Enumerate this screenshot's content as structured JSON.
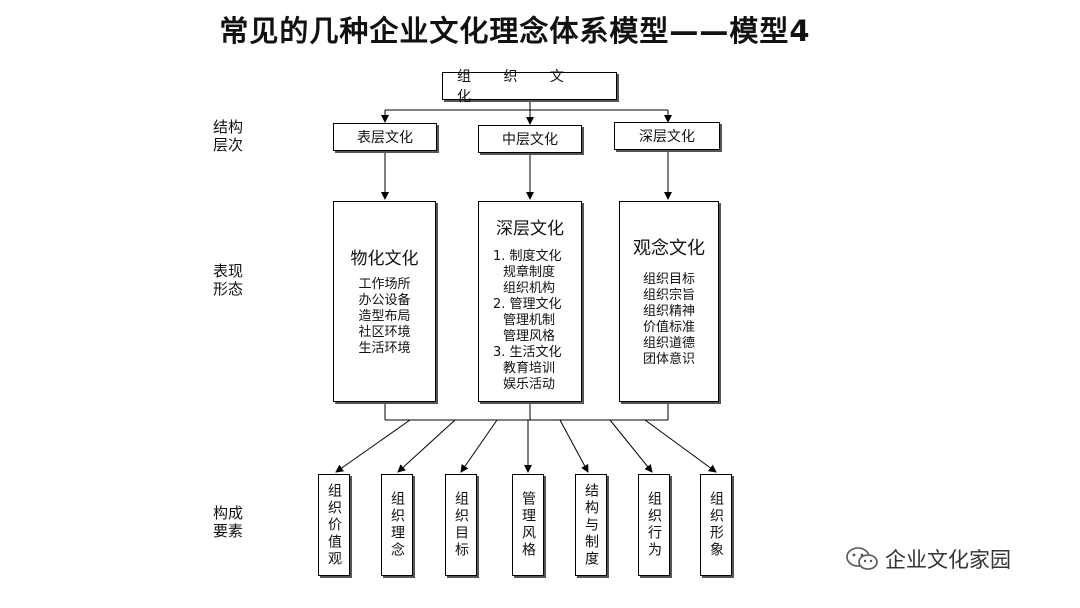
{
  "title": "常见的几种企业文化理念体系模型——模型4",
  "root": "组 织 文 化",
  "labels": {
    "structure": "结构层次",
    "form": "表现形态",
    "elements": "构成要素"
  },
  "layers": [
    "表层文化",
    "中层文化",
    "深层文化"
  ],
  "material": {
    "title": "物化文化",
    "items": [
      "工作场所",
      "办公设备",
      "造型布局",
      "社区环境",
      "生活环境"
    ]
  },
  "deep": {
    "title": "深层文化",
    "groups": [
      {
        "name": "1. 制度文化",
        "items": [
          "规章制度",
          "组织机构"
        ]
      },
      {
        "name": "2. 管理文化",
        "items": [
          "管理机制",
          "管理风格"
        ]
      },
      {
        "name": "3. 生活文化",
        "items": [
          "教育培训",
          "娱乐活动"
        ]
      }
    ]
  },
  "concept": {
    "title": "观念文化",
    "items": [
      "组织目标",
      "组织宗旨",
      "组织精神",
      "价值标准",
      "组织道德",
      "团体意识"
    ]
  },
  "elements": [
    "组织价值观",
    "组织理念",
    "组织目标",
    "管理风格",
    "结构与制度",
    "组织行为",
    "组织形象"
  ],
  "watermark": "企业文化家园",
  "watermark_icon": "wechat-icon"
}
